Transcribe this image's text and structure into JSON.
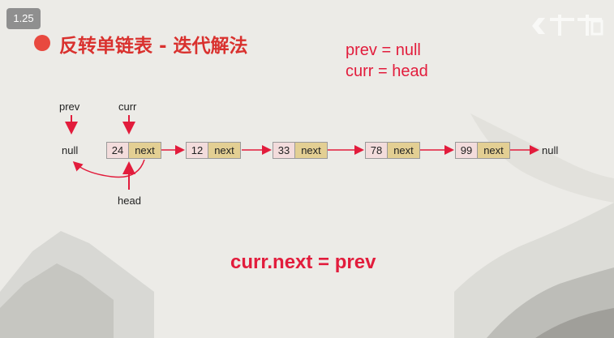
{
  "player": {
    "speed_label": "1.25"
  },
  "slide": {
    "title": "反转单链表 - 迭代解法",
    "code_lines": [
      "prev = null",
      "curr = head"
    ],
    "statement": "curr.next = prev",
    "labels": {
      "prev": "prev",
      "curr": "curr",
      "head": "head",
      "left_null": "null",
      "right_null": "null"
    },
    "nodes": [
      {
        "value": "24",
        "next_label": "next"
      },
      {
        "value": "12",
        "next_label": "next"
      },
      {
        "value": "33",
        "next_label": "next"
      },
      {
        "value": "78",
        "next_label": "next"
      },
      {
        "value": "99",
        "next_label": "next"
      }
    ],
    "colors": {
      "accent_red": "#e21c3c",
      "title_red": "#d9312e",
      "node_value_fill": "#f3dcdc",
      "node_next_fill": "#e3cf93"
    }
  }
}
